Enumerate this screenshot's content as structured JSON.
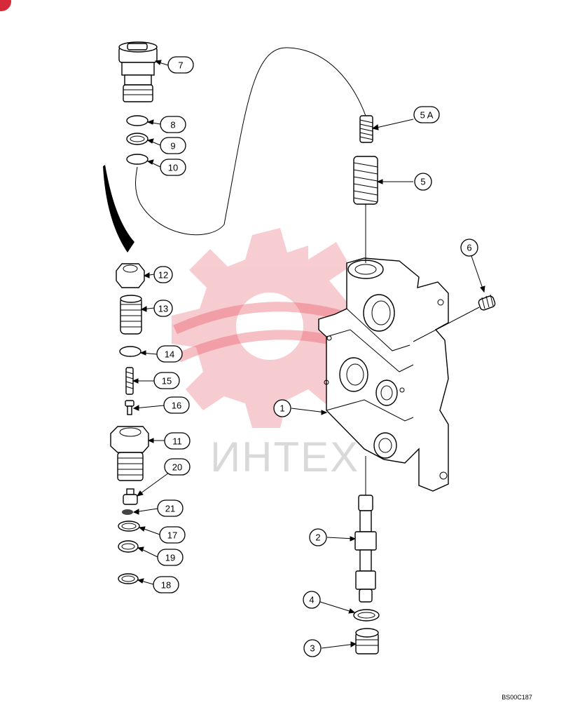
{
  "diagram": {
    "drawing_code": "BS00C187",
    "watermark_text": "ИНТЕХ",
    "callouts": [
      {
        "id": "c1",
        "label": "1"
      },
      {
        "id": "c2",
        "label": "2"
      },
      {
        "id": "c3",
        "label": "3"
      },
      {
        "id": "c4",
        "label": "4"
      },
      {
        "id": "c5",
        "label": "5"
      },
      {
        "id": "c5a",
        "label": "5 A"
      },
      {
        "id": "c6",
        "label": "6"
      },
      {
        "id": "c7",
        "label": "7"
      },
      {
        "id": "c8",
        "label": "8"
      },
      {
        "id": "c9",
        "label": "9"
      },
      {
        "id": "c10",
        "label": "10"
      },
      {
        "id": "c11",
        "label": "11"
      },
      {
        "id": "c12",
        "label": "12"
      },
      {
        "id": "c13",
        "label": "13"
      },
      {
        "id": "c14",
        "label": "14"
      },
      {
        "id": "c15",
        "label": "15"
      },
      {
        "id": "c16",
        "label": "16"
      },
      {
        "id": "c17",
        "label": "17"
      },
      {
        "id": "c18",
        "label": "18"
      },
      {
        "id": "c19",
        "label": "19"
      },
      {
        "id": "c20",
        "label": "20"
      },
      {
        "id": "c21",
        "label": "21"
      }
    ]
  }
}
